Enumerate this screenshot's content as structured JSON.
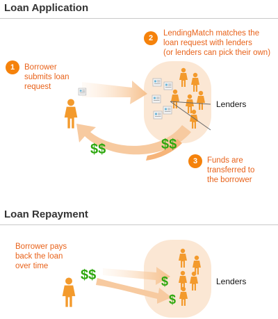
{
  "application": {
    "title": "Loan Application",
    "step1": {
      "number": "1",
      "text": "Borrower\nsubmits loan\nrequest"
    },
    "step2": {
      "number": "2",
      "text": "LendingMatch matches the\nloan request with lenders\n(or lenders can pick their own)"
    },
    "step3": {
      "number": "3",
      "text": "Funds are\ntransferred to\nthe borrower"
    },
    "lenders_label": "Lenders",
    "money_symbol": "$$"
  },
  "repayment": {
    "title": "Loan Repayment",
    "step_text": "Borrower pays\nback the loan\nover time",
    "lenders_label": "Lenders",
    "money_symbol": "$$"
  },
  "colors": {
    "accent": "#f5820b",
    "step_text": "#e8621a",
    "money": "#2ea80f",
    "circle": "#fbe7d4",
    "arrow": "#f7c89a"
  }
}
